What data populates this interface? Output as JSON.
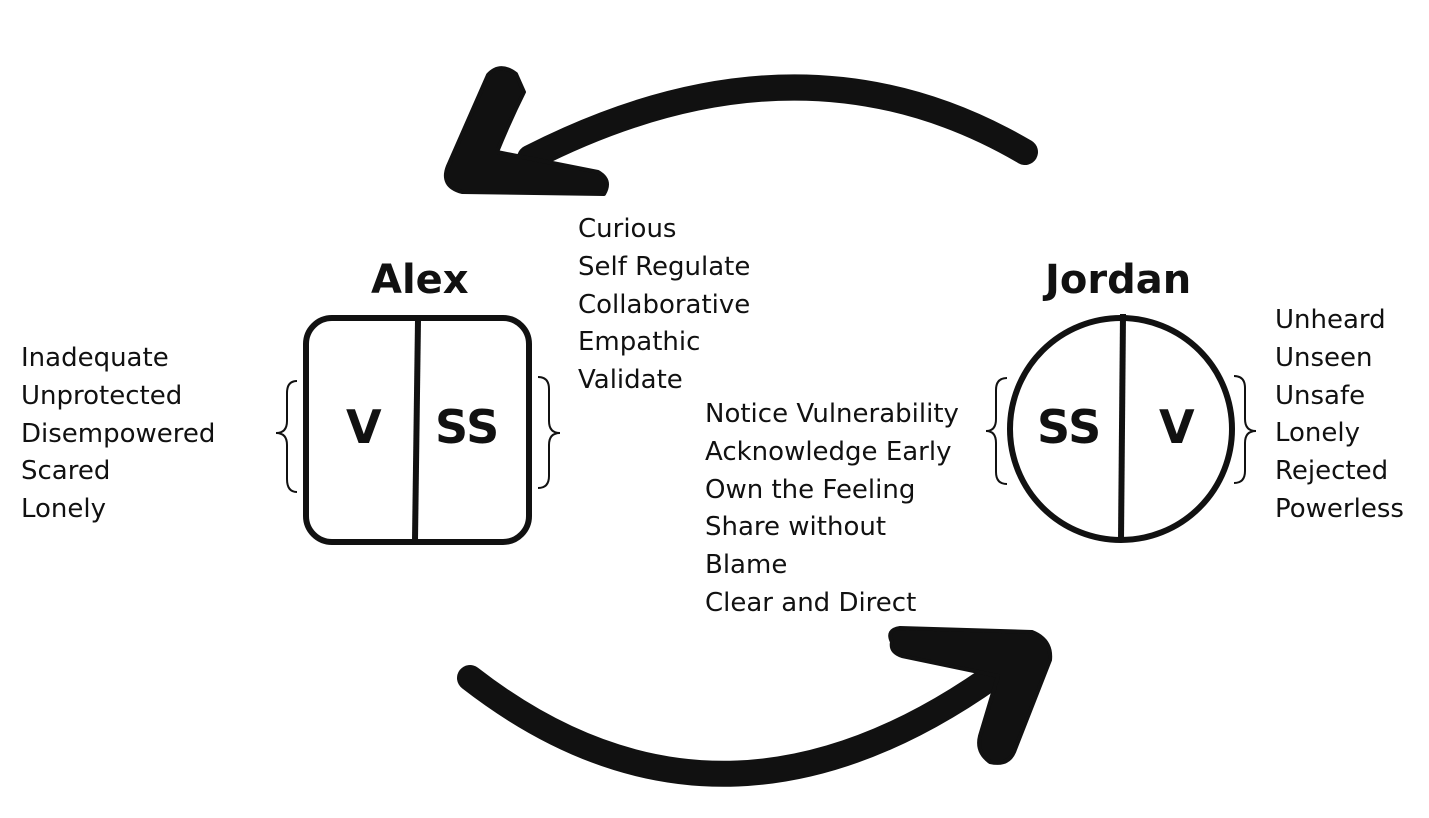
{
  "alex": {
    "name": "Alex",
    "left_half": "V",
    "right_half": "SS",
    "feelings": [
      "Inadequate",
      "Unprotected",
      "Disempowered",
      "Scared",
      "Lonely"
    ]
  },
  "jordan": {
    "name": "Jordan",
    "left_half": "SS",
    "right_half": "V",
    "feelings": [
      "Unheard",
      "Unseen",
      "Unsafe",
      "Lonely",
      "Rejected",
      "Powerless"
    ]
  },
  "listener_skills": [
    "Curious",
    "Self Regulate",
    "Collaborative",
    "Empathic",
    "Validate"
  ],
  "speaker_skills": [
    "Notice Vulnerability",
    "Acknowledge Early",
    "Own the Feeling",
    "Share without",
    "Blame",
    "Clear and Direct"
  ],
  "colors": {
    "ink": "#111111",
    "background": "#ffffff"
  }
}
